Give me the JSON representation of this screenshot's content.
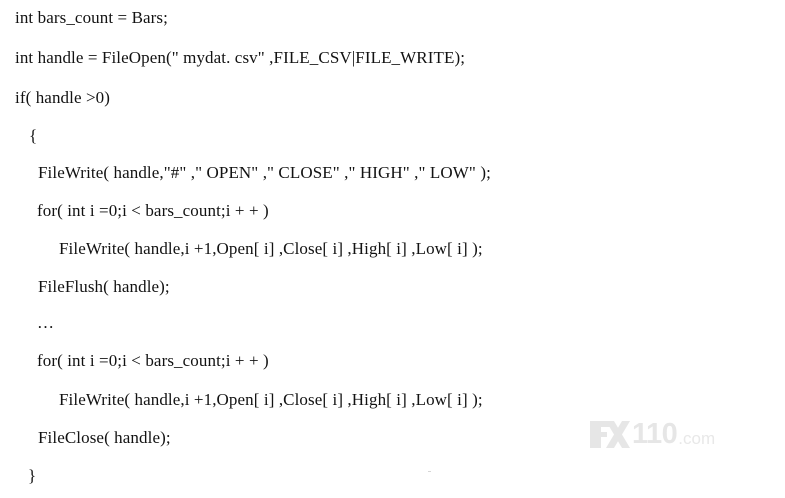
{
  "code": {
    "lines": [
      "int bars_count = Bars;",
      "int handle = FileOpen(\" mydat. csv\" ,FILE_CSV|FILE_WRITE);",
      "if( handle >0)",
      "{",
      "FileWrite( handle,\"#\" ,\" OPEN\" ,\" CLOSE\" ,\" HIGH\" ,\" LOW\" );",
      "for( int i =0;i < bars_count;i + + )",
      "FileWrite( handle,i +1,Open[ i] ,Close[ i] ,High[ i] ,Low[ i] );",
      "FileFlush( handle);",
      "…",
      "for( int i =0;i < bars_count;i + + )",
      "FileWrite( handle,i +1,Open[ i] ,Close[ i] ,High[ i] ,Low[ i] );",
      "FileClose( handle);",
      "}"
    ]
  },
  "watermark": {
    "number": "110",
    "domain": ".com",
    "logo_icon": "fx-logo-icon",
    "color": "#e4e4e4"
  }
}
